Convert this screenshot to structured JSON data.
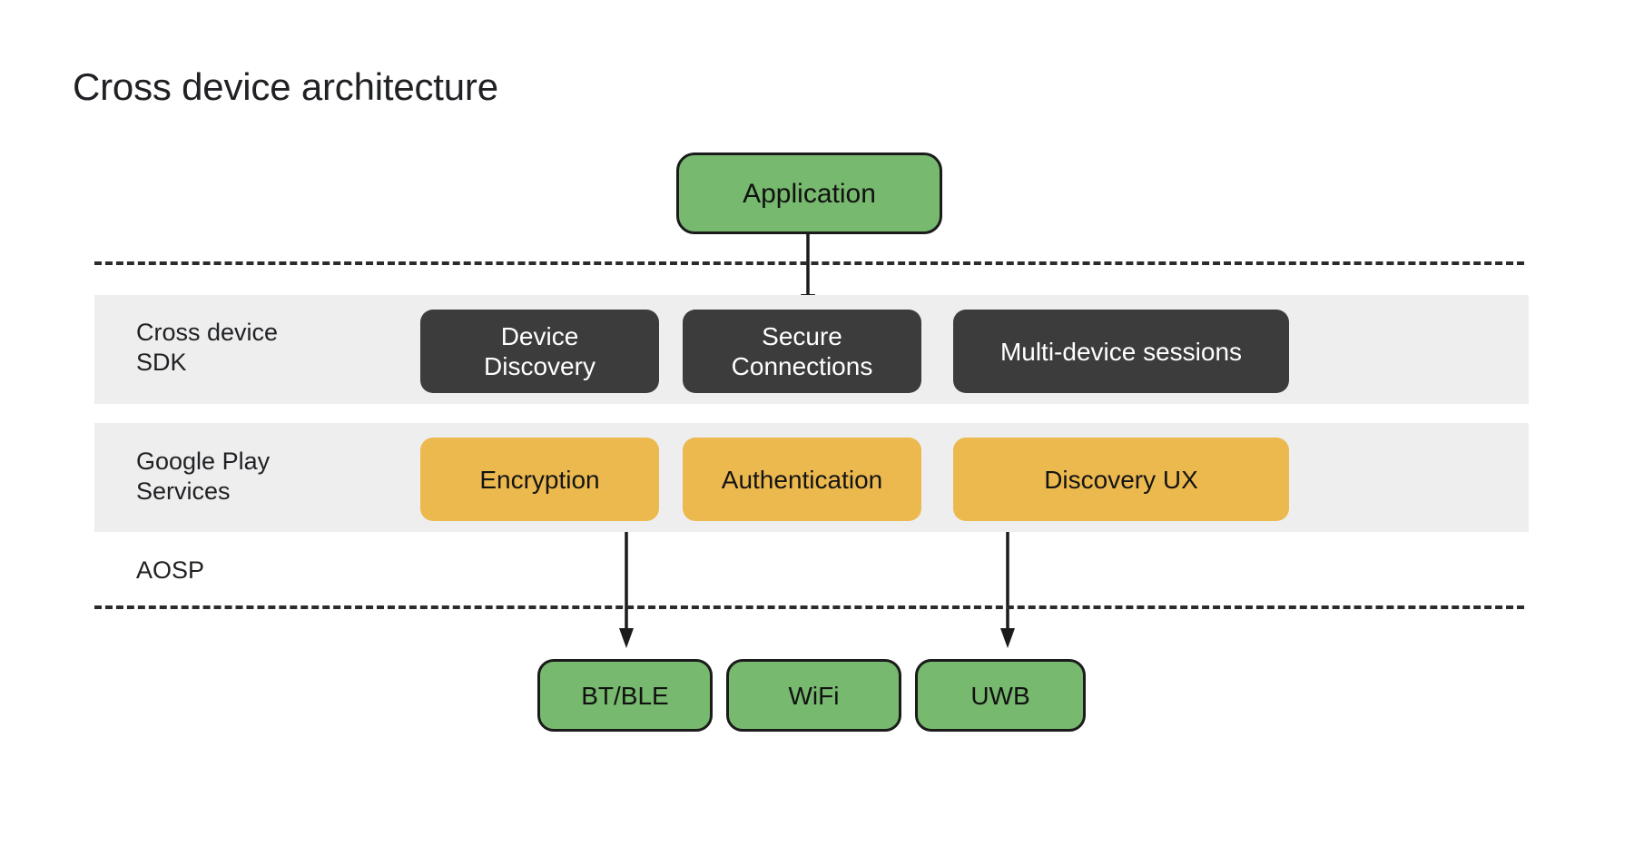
{
  "slide": {
    "title": "Cross device architecture",
    "background_color": "#ffffff"
  },
  "colors": {
    "green": "#77b96e",
    "amber": "#ecb94f",
    "dark": "#3c3c3c",
    "band_grey": "#eeeeee",
    "outline": "#1b1b1b",
    "text_dark": "#202124",
    "text_light": "#ffffff"
  },
  "diagram": {
    "top_node": {
      "label": "Application",
      "style": "green-outlined"
    },
    "layers": [
      {
        "name": "cross-device-sdk",
        "label": "Cross device\nSDK",
        "style": "dark",
        "nodes": [
          {
            "name": "device-discovery",
            "label": "Device\nDiscovery"
          },
          {
            "name": "secure-connections",
            "label": "Secure\nConnections"
          },
          {
            "name": "multi-device-sessions",
            "label": "Multi-device sessions"
          }
        ]
      },
      {
        "name": "google-play-services",
        "label": "Google Play\nServices",
        "style": "amber",
        "nodes": [
          {
            "name": "encryption",
            "label": "Encryption"
          },
          {
            "name": "authentication",
            "label": "Authentication"
          },
          {
            "name": "discovery-ux",
            "label": "Discovery UX"
          }
        ]
      },
      {
        "name": "aosp",
        "label": "AOSP",
        "style": "plain",
        "nodes": []
      }
    ],
    "radio_nodes": [
      {
        "name": "bt-ble",
        "label": "BT/BLE"
      },
      {
        "name": "wifi",
        "label": "WiFi"
      },
      {
        "name": "uwb",
        "label": "UWB"
      }
    ],
    "arrows": [
      {
        "name": "application-to-secure-connections",
        "from": "Application",
        "to": "Secure Connections"
      },
      {
        "name": "aosp-to-bt-ble",
        "from": "Google Play Services",
        "to": "BT/BLE"
      },
      {
        "name": "aosp-to-uwb",
        "from": "Google Play Services",
        "to": "UWB"
      }
    ],
    "dividers": [
      {
        "name": "divider-above-sdk",
        "style": "dashed"
      },
      {
        "name": "divider-below-aosp",
        "style": "dashed"
      }
    ]
  }
}
